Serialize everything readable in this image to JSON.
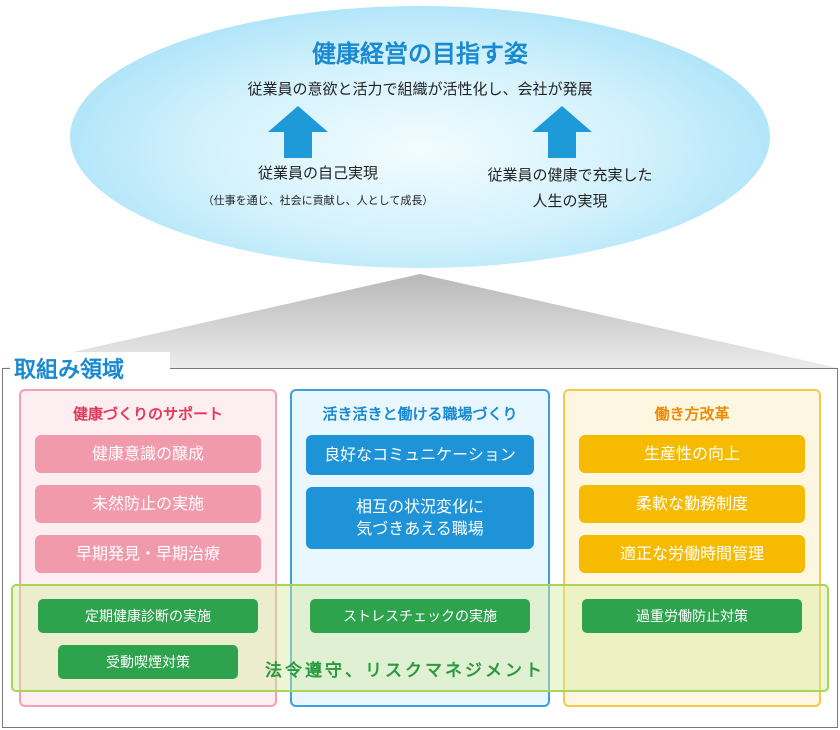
{
  "vision": {
    "title": "健康経営の目指す姿",
    "subtitle": "従業員の意欲と活力で組織が活性化し、会社が発展",
    "left": {
      "main": "従業員の自己実現",
      "sub": "（仕事を通じ、社会に貢献し、人として成長）"
    },
    "right": {
      "line1": "従業員の健康で充実した",
      "line2": "人生の実現"
    }
  },
  "area": {
    "title": "取組み領域",
    "columns": [
      {
        "title": "健康づくりのサポート",
        "items": [
          "健康意識の醸成",
          "未然防止の実施",
          "早期発見・早期治療"
        ]
      },
      {
        "title": "活き活きと働ける職場づくり",
        "items": [
          {
            "line1": "良好なコミュニケーション"
          },
          {
            "line1": "相互の状況変化に",
            "line2": "気づきあえる職場"
          }
        ]
      },
      {
        "title": "働き方改革",
        "items": [
          "生産性の向上",
          "柔軟な勤務制度",
          "適正な労働時間管理"
        ]
      }
    ]
  },
  "compliance": {
    "label": "法令遵守、リスクマネジメント",
    "items": [
      "定期健康診断の実施",
      "受動喫煙対策",
      "ストレスチェックの実施",
      "過重労働防止対策"
    ]
  },
  "colors": {
    "blue_accent": "#1a8ad0",
    "pink": "#f19aab",
    "orange": "#f6bb00",
    "green": "#2ea34d"
  }
}
